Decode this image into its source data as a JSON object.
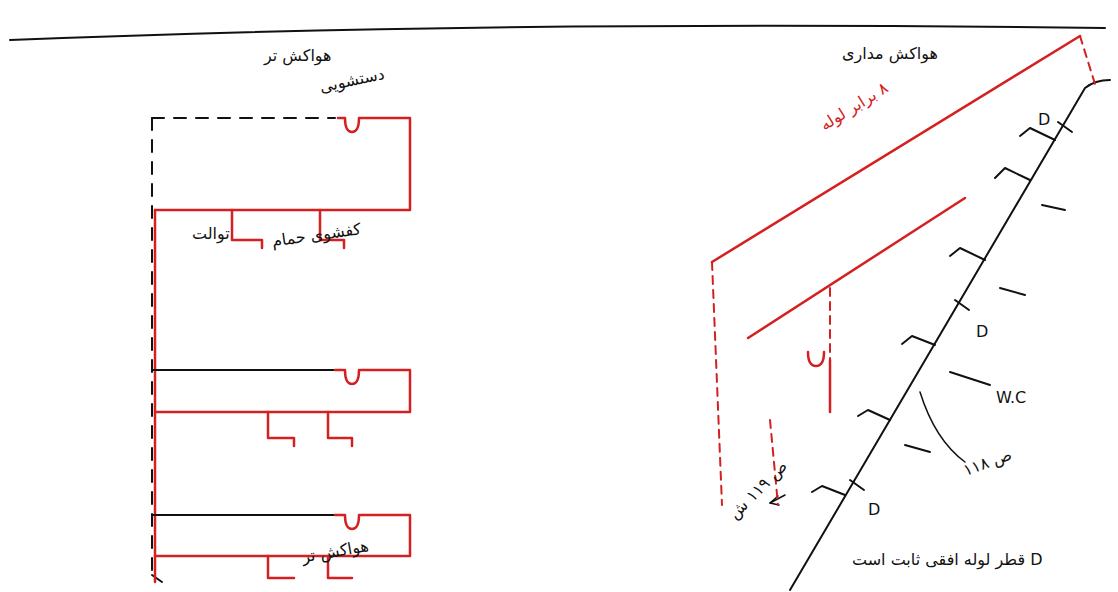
{
  "diagram": {
    "labels": [
      "هواکش تر",
      "دستشویی",
      "توالت",
      "کفشوی حمام",
      "هواکش تر",
      "هواکش مداری",
      "۸ برابر لوله",
      "D",
      "D",
      "D",
      "W.C",
      "ص ۱۱۸",
      "ص ۱۱۹ ش",
      "D قطر لوله افقی ثابت است"
    ]
  }
}
